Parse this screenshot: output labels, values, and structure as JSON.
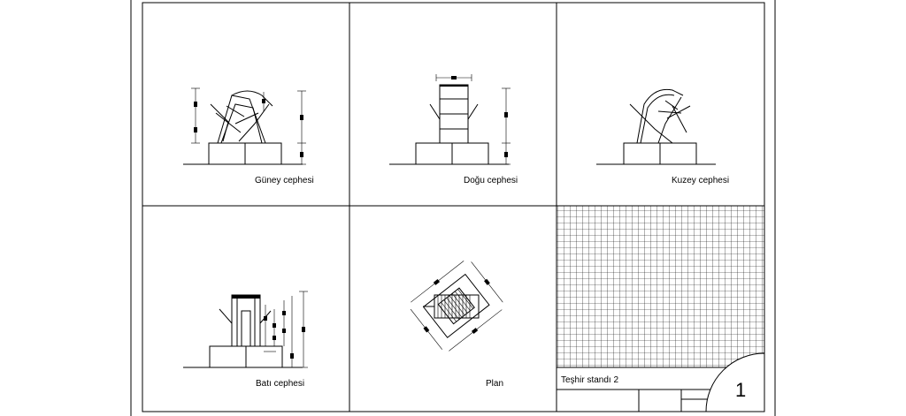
{
  "sheet": {
    "title_block": {
      "project_name": "Teşhir standı 2",
      "sheet_number": "1"
    },
    "panels": [
      {
        "id": "guney",
        "caption": "Güney cephesi"
      },
      {
        "id": "dogu",
        "caption": "Doğu cephesi"
      },
      {
        "id": "kuzey",
        "caption": "Kuzey cephesi"
      },
      {
        "id": "bati",
        "caption": "Batı cephesi"
      },
      {
        "id": "plan",
        "caption": "Plan"
      }
    ],
    "hatch_panel": {
      "pattern": "square-grid"
    }
  },
  "colors": {
    "ink": "#000000",
    "paper": "#ffffff"
  }
}
